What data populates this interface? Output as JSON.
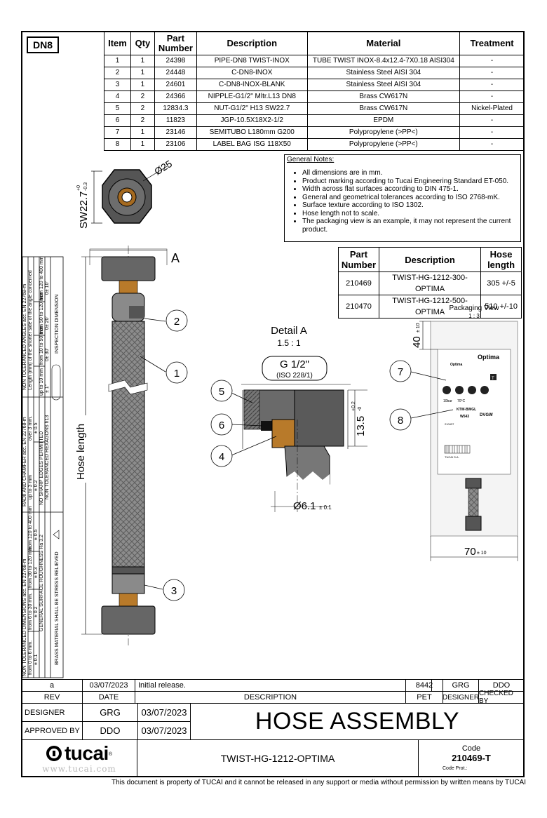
{
  "sheet": {
    "dn_label": "DN8"
  },
  "bom": {
    "headers": {
      "item": "Item",
      "qty": "Qty",
      "part_number": "Part Number",
      "description": "Description",
      "material": "Material",
      "treatment": "Treatment"
    },
    "rows": [
      {
        "item": "1",
        "qty": "1",
        "part": "24398",
        "desc": "PIPE-DN8 TWIST-INOX",
        "material": "TUBE TWIST INOX-8.4x12.4-7X0.18 AISI304",
        "treatment": "-"
      },
      {
        "item": "2",
        "qty": "1",
        "part": "24448",
        "desc": "C-DN8-INOX",
        "material": "Stainless Steel AISI 304",
        "treatment": "-"
      },
      {
        "item": "3",
        "qty": "1",
        "part": "24601",
        "desc": "C-DN8-INOX-BLANK",
        "material": "Stainless Steel AISI 304",
        "treatment": "-"
      },
      {
        "item": "4",
        "qty": "2",
        "part": "24366",
        "desc": "NIPPLE-G1/2\" Mltr.L13 DN8",
        "material": "Brass CW617N",
        "treatment": "-"
      },
      {
        "item": "5",
        "qty": "2",
        "part": "12834.3",
        "desc": "NUT-G1/2\" H13 SW22.7",
        "material": "Brass CW617N",
        "treatment": "Nickel-Plated"
      },
      {
        "item": "6",
        "qty": "2",
        "part": "11823",
        "desc": "JGP-10.5X18X2-1/2",
        "material": "EPDM",
        "treatment": "-"
      },
      {
        "item": "7",
        "qty": "1",
        "part": "23146",
        "desc": "SEMITUBO L180mm G200",
        "material": "Polypropylene (>PP<)",
        "treatment": "-"
      },
      {
        "item": "8",
        "qty": "1",
        "part": "23106",
        "desc": "LABEL BAG ISG 118X50",
        "material": "Polypropylene (>PP<)",
        "treatment": "-"
      }
    ]
  },
  "notes": {
    "title": "General Notes:",
    "items": [
      "All dimensions are in mm.",
      "Product marking according to Tucai Engineering Standard ET-050.",
      "Width across flat surfaces according to DIN 475-1.",
      "General and geometrical tolerances according to ISO 2768-mK.",
      "Surface texture according to ISO 1302.",
      "Hose length not to scale.",
      "The packaging view is an example, it may not represent the current product."
    ]
  },
  "hose_table": {
    "headers": {
      "part": "Part Number",
      "desc": "Description",
      "len": "Hose length"
    },
    "rows": [
      {
        "part": "210469",
        "desc": "TWIST-HG-1212-300-OPTIMA",
        "len": "305 +/-5"
      },
      {
        "part": "210470",
        "desc": "TWIST-HG-1212-500-OPTIMA",
        "len": "510 +/-10"
      }
    ]
  },
  "drawing": {
    "sw_label": "SW22.7",
    "sw_tol_top": "+0",
    "sw_tol_bot": "-0.3",
    "dia25": "Ø25",
    "view_a": "A",
    "hose_length": "Hose length",
    "detail_title": "Detail A",
    "detail_scale": "1.5 : 1",
    "thread": "G 1/2\"",
    "thread_std": "(ISO 228/1)",
    "dim_13_5": "13.5",
    "dim_13_5_tol_top": "+0.2",
    "dim_13_5_tol_bot": "-0",
    "dim_6_1": "Ø6.1",
    "dim_6_1_tol": "± 0.1",
    "packaging_title": "Packaging View",
    "packaging_scale": "1 : 3",
    "dim_40": "40",
    "dim_40_tol": "± 10",
    "dim_70": "70",
    "dim_70_tol": "± 10",
    "balloons": [
      "1",
      "2",
      "3",
      "4",
      "5",
      "6",
      "7",
      "8"
    ],
    "label_brand": "Optima",
    "label_text_1": "Optima",
    "label_badge": "T",
    "label_pressure": "10bar",
    "label_temp": "70°C",
    "label_ktw": "KTW-BWGL",
    "label_w": "W543",
    "label_dvgw": "DVGW",
    "label_code": "210437",
    "label_company": "TUCAI S.A."
  },
  "tolerances": {
    "linear_title": "NON TOLERANCED DIMENSIONS acc. EN 22768-m",
    "linear_ranges": [
      "from 0 to 6 mm.",
      "from 6 to 30 mm.",
      "from 30 to 120 mm.",
      "from 120 to 400 mm"
    ],
    "linear_values": [
      "± 0.1",
      "± 0.2",
      "± 0.3",
      "± 0.5"
    ],
    "roughness": "GENERAL SURFACE ROUGHNESS Ra 3.2",
    "brass": "BRASS MATERIAL SHALL BE STRESS RELIEVED",
    "radii_title": "RADII AND CHAMFER acc. EN 22768-m",
    "radii_ranges": [
      "up to 3 mm",
      "over 3 mm."
    ],
    "radii_values": [
      "± 0.2",
      "± 0.5"
    ],
    "sharp": "NO SHARP EDGES PERMITTED",
    "hexagons": "NON TOLERANCED HEXAGONS h13",
    "angles_title": "NON TOLERANCED ANGLES acc. EN 22768-m",
    "angles_sub": "Length (mm) of the shorter side of the angle concerned",
    "angle_ranges": [
      "up to 10 mm",
      "from 10 to 50 mm",
      "from 50 to 120 mm",
      "from 120 to 400 mm"
    ],
    "angle_values": [
      "± 1°",
      "0± 30'",
      "0± 20'",
      "0± 10'"
    ],
    "inspection": "INSPECTION DIMENSION"
  },
  "revision": {
    "rev": "a",
    "date": "03/07/2023",
    "description": "Initial release.",
    "pet": "8442",
    "designer": "GRG",
    "checked": "DDO",
    "h_rev": "REV",
    "h_date": "DATE",
    "h_desc": "DESCRIPTION",
    "h_pet": "PET",
    "h_designer": "DESIGNER",
    "h_checked": "CHECKED BY"
  },
  "title_block": {
    "designer_label": "DESIGNER",
    "designer": "GRG",
    "designer_date": "03/07/2023",
    "approved_label": "APPROVED BY",
    "approved": "DDO",
    "approved_date": "03/07/2023",
    "title": "HOSE ASSEMBLY",
    "logo": "tucai",
    "logo_reg": "®",
    "website": "www.tucai.com",
    "model": "TWIST-HG-1212-OPTIMA",
    "code_label": "Code",
    "code": "210469-T",
    "code_prot": "Code Prot.:"
  },
  "footer": {
    "disclaimer": "This document is property of TUCAI and it cannot be released in any support or media without permission by written means by TUCAI"
  },
  "colors": {
    "nut": "#6b6b6b",
    "brass": "#b87a2a",
    "hose": "#8a8a8a"
  }
}
